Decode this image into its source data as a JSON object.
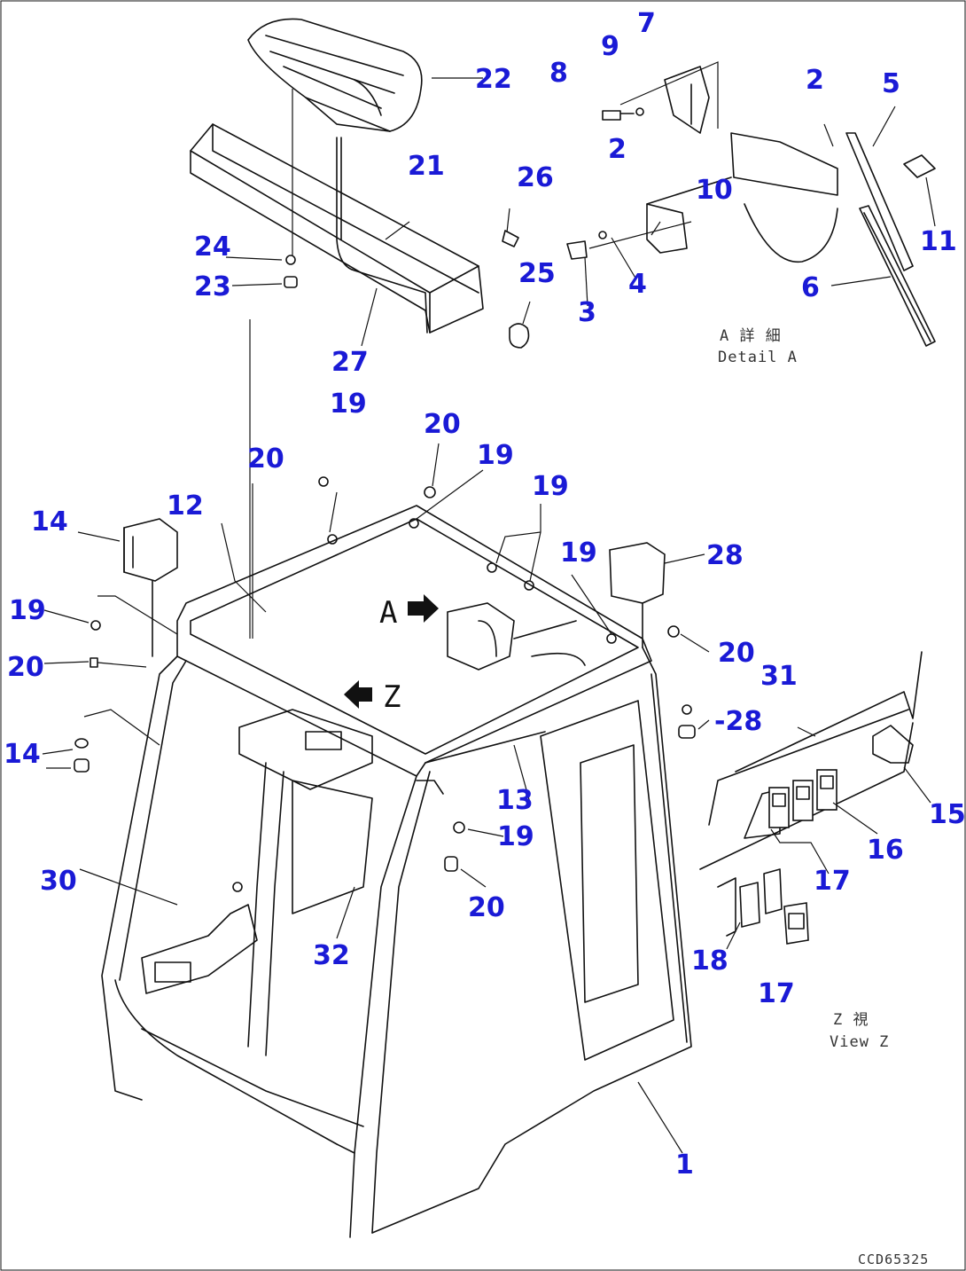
{
  "diagram": {
    "drawing_code": "CCD65325",
    "detail_a": {
      "jp": "A 詳 細",
      "en": "Detail A"
    },
    "view_z": {
      "jp": "Z 視",
      "en": "View Z"
    },
    "view_markers": {
      "a": "A",
      "z": "Z"
    },
    "callouts": [
      {
        "id": "c1",
        "text": "1"
      },
      {
        "id": "c2a",
        "text": "2"
      },
      {
        "id": "c2b",
        "text": "2"
      },
      {
        "id": "c3",
        "text": "3"
      },
      {
        "id": "c4",
        "text": "4"
      },
      {
        "id": "c5",
        "text": "5"
      },
      {
        "id": "c6",
        "text": "6"
      },
      {
        "id": "c7",
        "text": "7"
      },
      {
        "id": "c8",
        "text": "8"
      },
      {
        "id": "c9",
        "text": "9"
      },
      {
        "id": "c10",
        "text": "10"
      },
      {
        "id": "c11",
        "text": "11"
      },
      {
        "id": "c12",
        "text": "12"
      },
      {
        "id": "c13",
        "text": "13"
      },
      {
        "id": "c14a",
        "text": "14"
      },
      {
        "id": "c14b",
        "text": "14"
      },
      {
        "id": "c15",
        "text": "15"
      },
      {
        "id": "c16",
        "text": "16"
      },
      {
        "id": "c17a",
        "text": "17"
      },
      {
        "id": "c17b",
        "text": "17"
      },
      {
        "id": "c18",
        "text": "18"
      },
      {
        "id": "c19a",
        "text": "19"
      },
      {
        "id": "c19b",
        "text": "19"
      },
      {
        "id": "c19c",
        "text": "19"
      },
      {
        "id": "c19d",
        "text": "19"
      },
      {
        "id": "c19e",
        "text": "19"
      },
      {
        "id": "c19f",
        "text": "19"
      },
      {
        "id": "c20a",
        "text": "20"
      },
      {
        "id": "c20b",
        "text": "20"
      },
      {
        "id": "c20c",
        "text": "20"
      },
      {
        "id": "c20d",
        "text": "20"
      },
      {
        "id": "c20e",
        "text": "20"
      },
      {
        "id": "c21",
        "text": "21"
      },
      {
        "id": "c22",
        "text": "22"
      },
      {
        "id": "c23",
        "text": "23"
      },
      {
        "id": "c24",
        "text": "24"
      },
      {
        "id": "c25",
        "text": "25"
      },
      {
        "id": "c26",
        "text": "26"
      },
      {
        "id": "c27",
        "text": "27"
      },
      {
        "id": "c28a",
        "text": "28"
      },
      {
        "id": "c28b",
        "text": "-28"
      },
      {
        "id": "c30",
        "text": "30"
      },
      {
        "id": "c31",
        "text": "31"
      },
      {
        "id": "c32",
        "text": "32"
      }
    ]
  }
}
